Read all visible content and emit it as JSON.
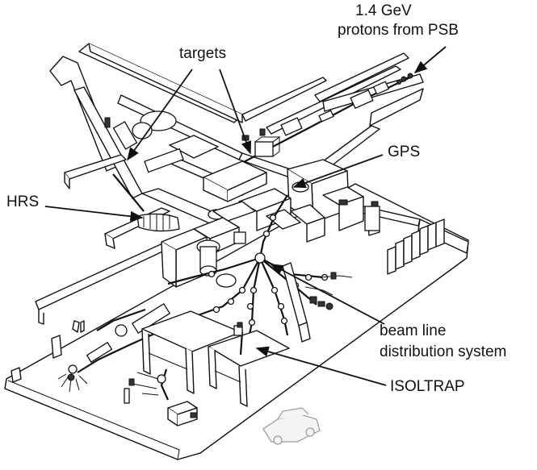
{
  "labels": {
    "beam_energy": "1.4 GeV",
    "beam_source": "protons from PSB",
    "targets": "targets",
    "gps": "GPS",
    "hrs": "HRS",
    "beam_line_1": "beam line",
    "beam_line_2": "distribution system",
    "isoltrap": "ISOLTRAP"
  },
  "colors": {
    "ink": "#111111",
    "background": "#ffffff",
    "car": "#999999"
  }
}
